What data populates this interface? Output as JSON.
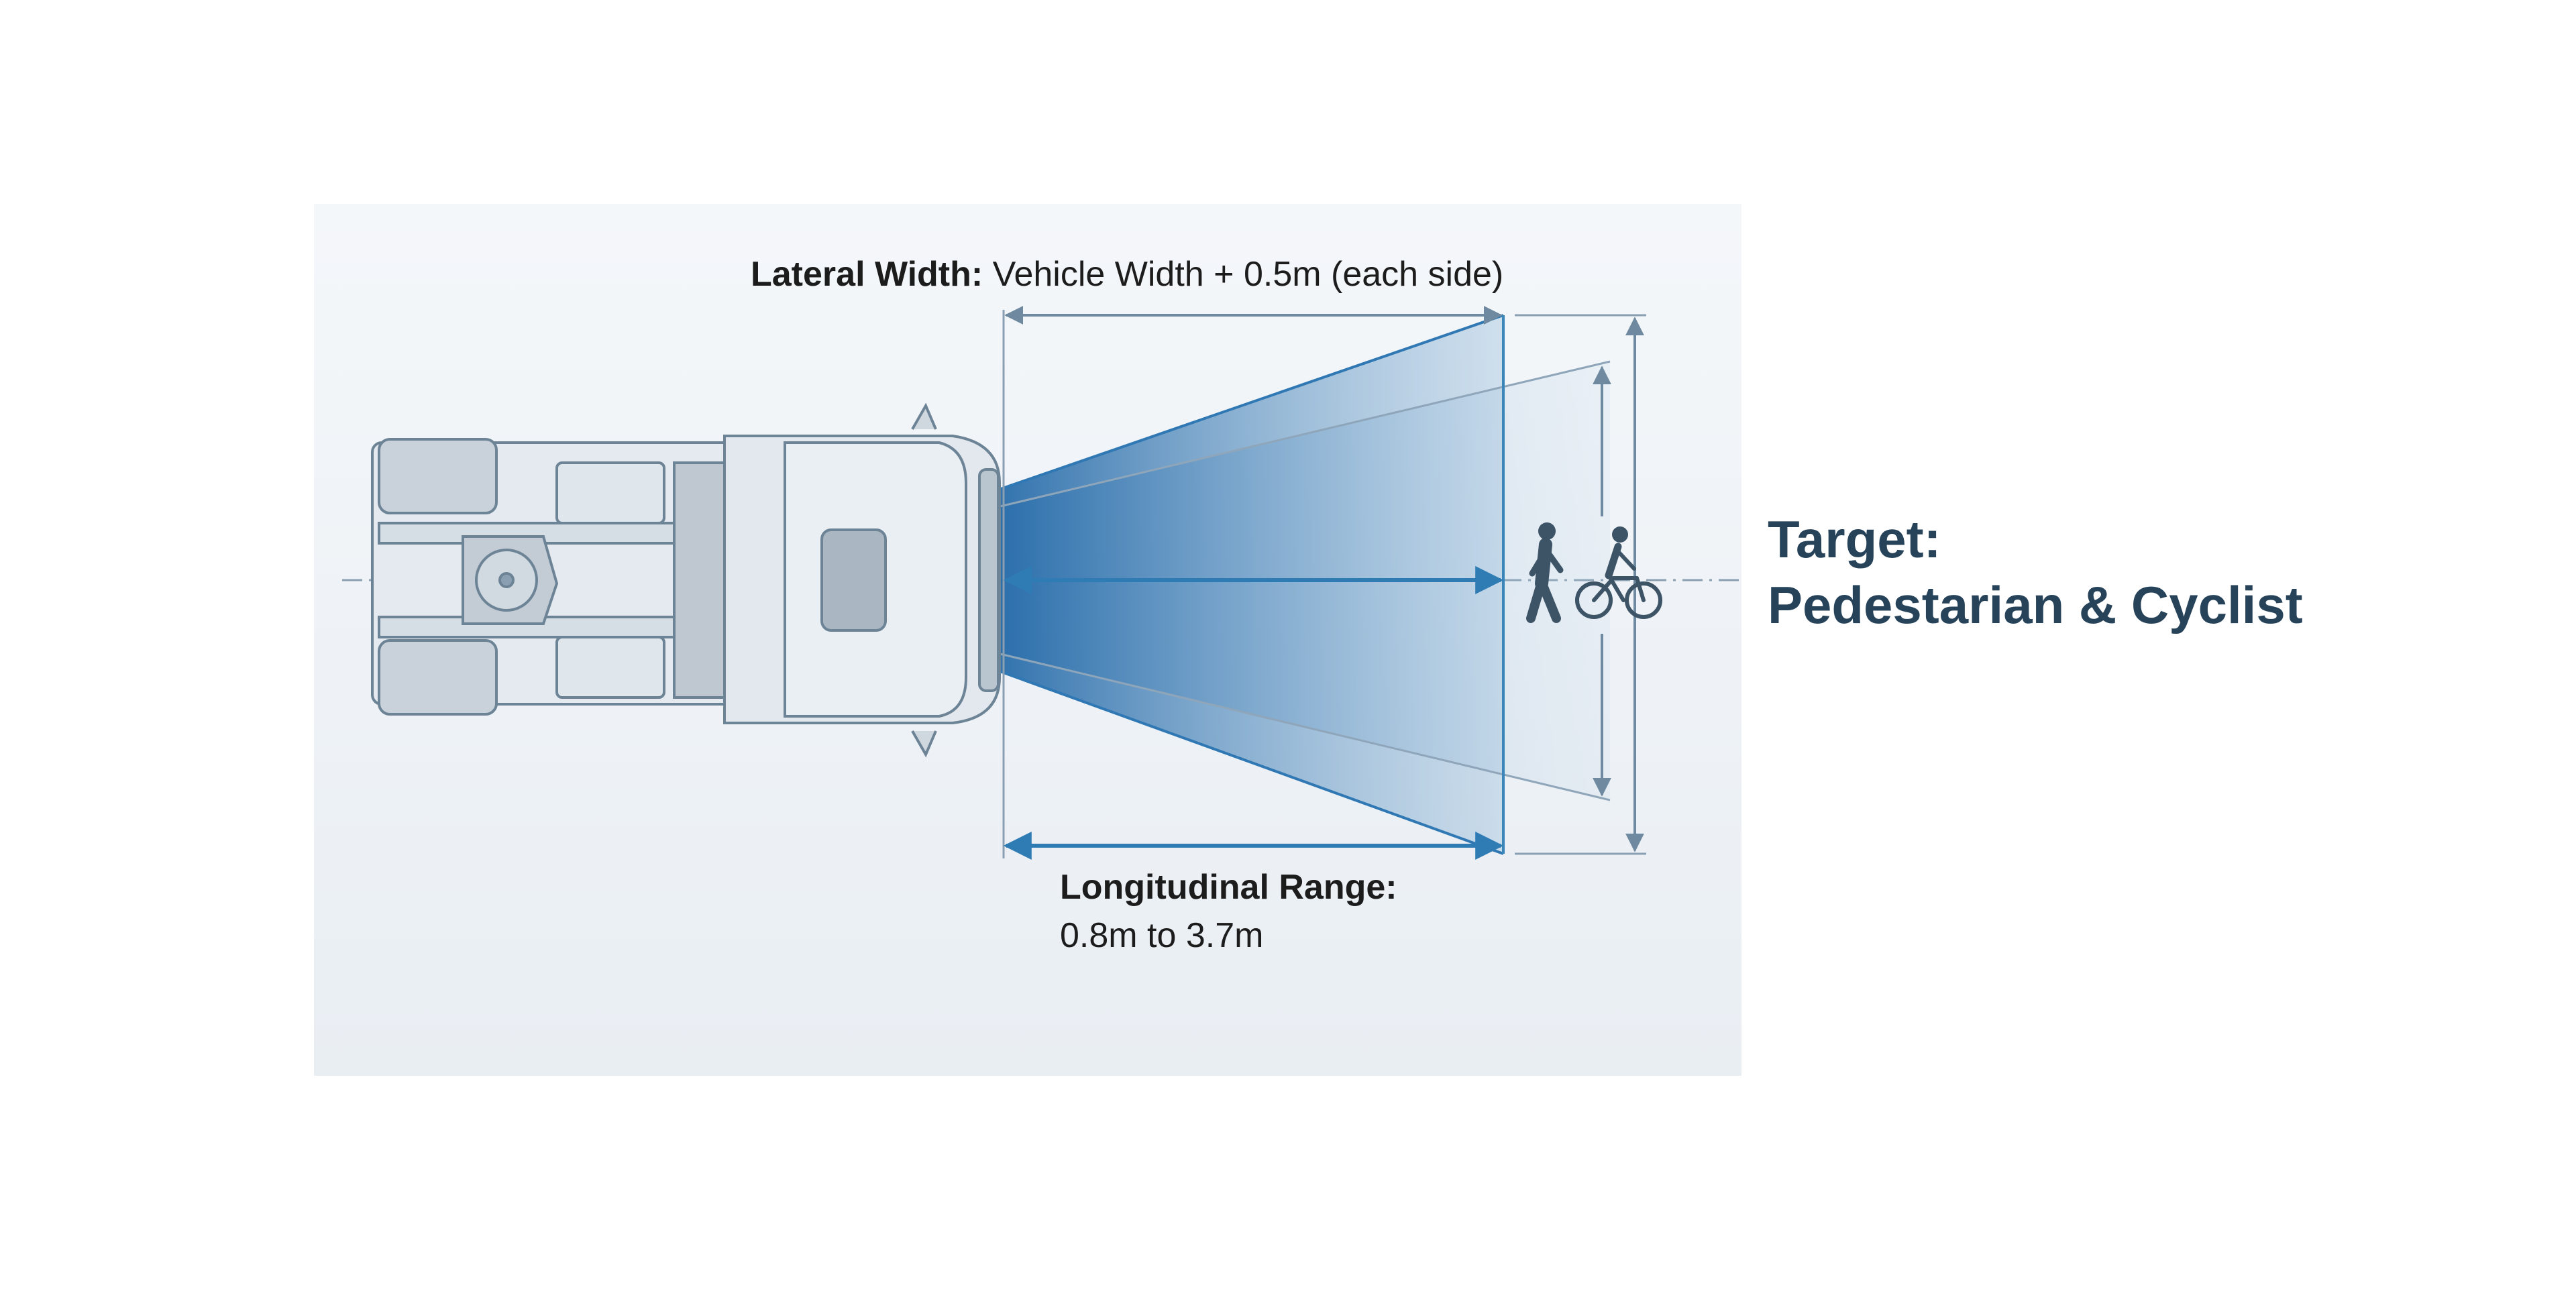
{
  "diagram": {
    "lateral_label_bold": "Lateral Width:",
    "lateral_label_text": " Vehicle Width + 0.5m (each side)",
    "longitudinal_label_bold": "Longitudinal Range:",
    "longitudinal_label_text": "0.8m to 3.7m",
    "target_line1": "Target:",
    "target_line2": "Pedestarian & Cyclist"
  },
  "colors": {
    "beam": "#2f78b4",
    "arrow": "#3a86b8",
    "dimension": "#6f8aa0",
    "target_text": "#27435a",
    "panel_bg": "#eef3f7"
  }
}
